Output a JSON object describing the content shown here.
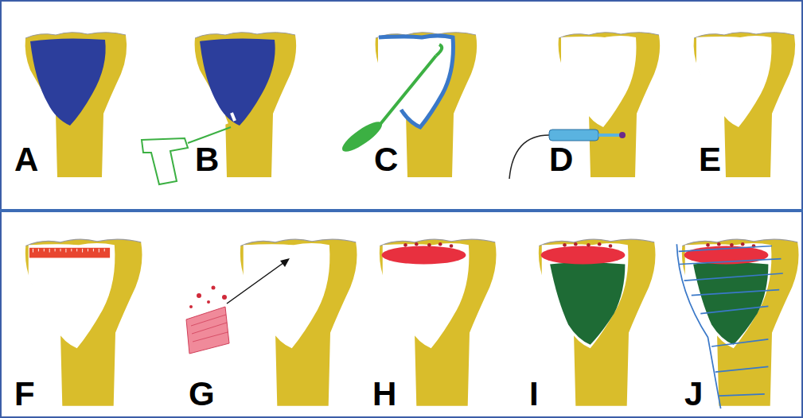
{
  "diagram": {
    "labels": [
      "A",
      "B",
      "C",
      "D",
      "E",
      "F",
      "G",
      "H",
      "I",
      "J"
    ]
  }
}
